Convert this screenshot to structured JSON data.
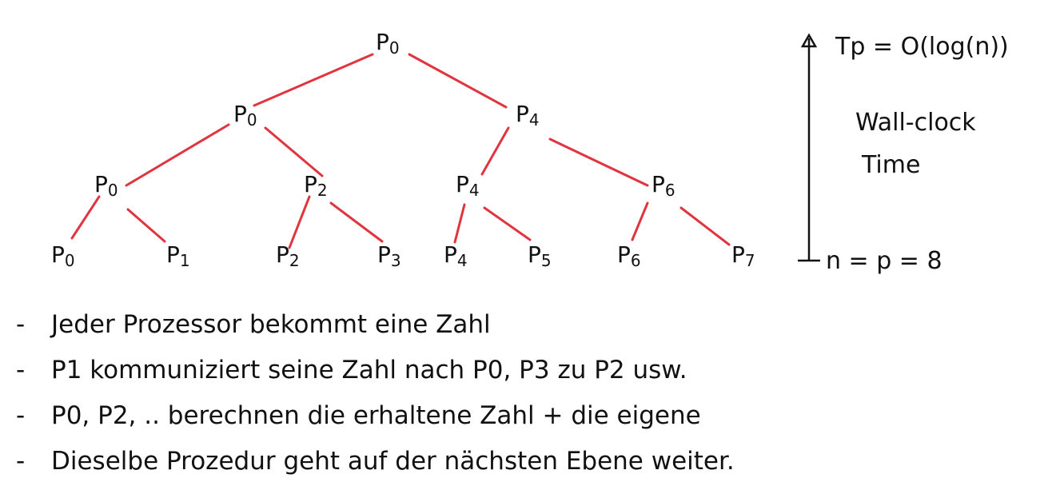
{
  "tree": {
    "root": {
      "base": "P",
      "sub": "0"
    },
    "level1": [
      {
        "base": "P",
        "sub": "0"
      },
      {
        "base": "P",
        "sub": "4"
      }
    ],
    "level2": [
      {
        "base": "P",
        "sub": "0"
      },
      {
        "base": "P",
        "sub": "2"
      },
      {
        "base": "P",
        "sub": "4"
      },
      {
        "base": "P",
        "sub": "6"
      }
    ],
    "leaves": [
      {
        "base": "P",
        "sub": "0"
      },
      {
        "base": "P",
        "sub": "1"
      },
      {
        "base": "P",
        "sub": "2"
      },
      {
        "base": "P",
        "sub": "3"
      },
      {
        "base": "P",
        "sub": "4"
      },
      {
        "base": "P",
        "sub": "5"
      },
      {
        "base": "P",
        "sub": "6"
      },
      {
        "base": "P",
        "sub": "7"
      }
    ],
    "edge_color": "#e0353f"
  },
  "time_axis": {
    "formula": "Tp = O(log(n))",
    "label_line1": "Wall-clock",
    "label_line2": "Time",
    "bottom_label": "n = p = 8"
  },
  "notes": [
    {
      "dash": "-",
      "text": "Jeder Prozessor bekommt eine Zahl"
    },
    {
      "dash": "-",
      "text": "P1 kommuniziert seine Zahl nach P0, P3 zu P2 usw."
    },
    {
      "dash": "-",
      "text": "P0, P2, .. berechnen die erhaltene Zahl + die eigene"
    },
    {
      "dash": "-",
      "text": "Dieselbe Prozedur geht auf der nächsten Ebene weiter."
    }
  ]
}
